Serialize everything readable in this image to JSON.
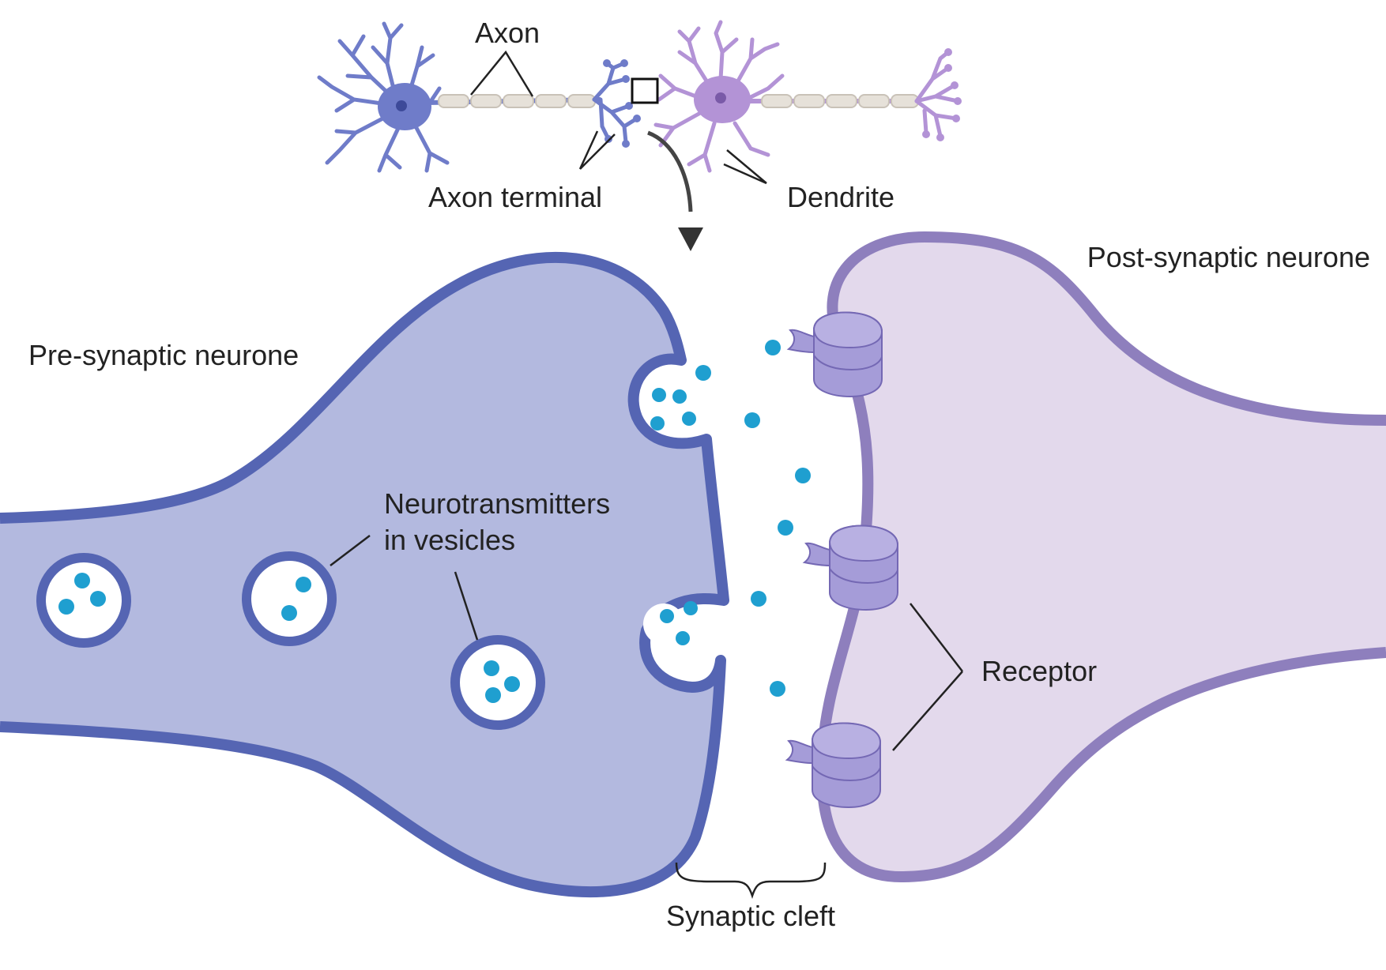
{
  "labels": {
    "axon": "Axon",
    "axon_terminal": "Axon terminal",
    "dendrite": "Dendrite",
    "pre_synaptic": "Pre-synaptic neurone",
    "post_synaptic": "Post-synaptic neurone",
    "neurotransmitters_line1": "Neurotransmitters",
    "neurotransmitters_line2": "in vesicles",
    "receptor": "Receptor",
    "synaptic_cleft": "Synaptic cleft"
  },
  "colors": {
    "pre_fill": "#b3b9df",
    "pre_stroke": "#5565b3",
    "post_fill": "#e3d9ec",
    "post_stroke": "#8e7fbd",
    "neurotransmitter": "#1f9fd0",
    "receptor_fill": "#a59cd8",
    "receptor_stroke": "#7468b4",
    "neuron_blue": "#6f7cc9",
    "neuron_purple": "#b393d6",
    "myelin": "#e6e1d9"
  },
  "icons": [
    "neuron-overview-icon",
    "zoom-box-icon",
    "down-arrow-icon",
    "vesicle-icon",
    "receptor-icon",
    "neurotransmitter-icon"
  ]
}
